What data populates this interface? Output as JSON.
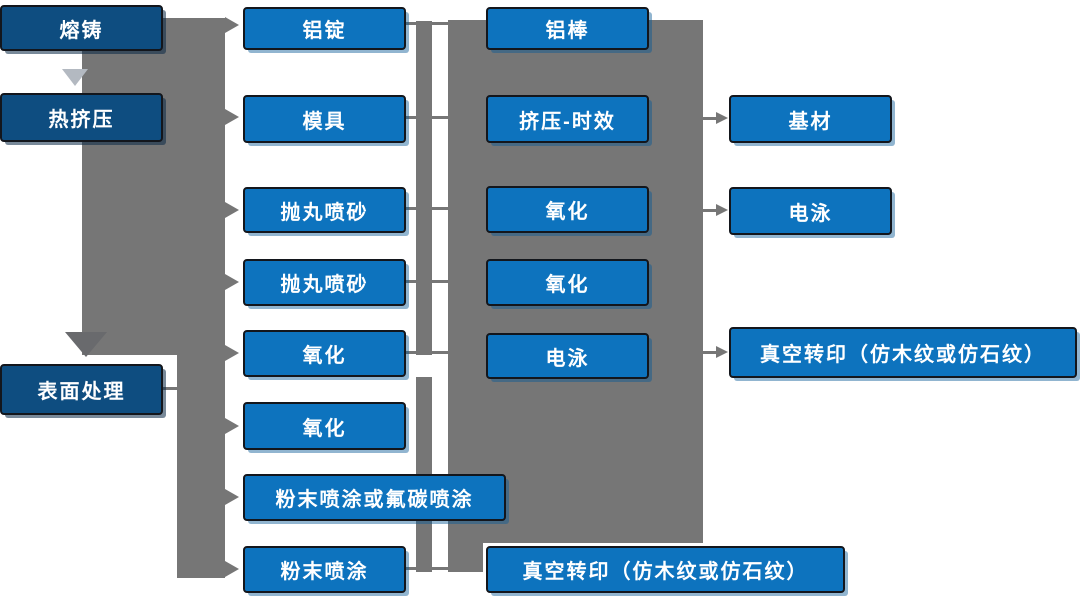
{
  "diagram_title": "aluminum-profile-process-flowchart",
  "columns": {
    "stage": {
      "items": [
        "熔铸",
        "热挤压",
        "表面处理"
      ]
    },
    "process_a": {
      "items": [
        "铝锭",
        "模具",
        "抛丸喷砂",
        "抛丸喷砂",
        "氧化",
        "氧化",
        "粉末喷涂或氟碳喷涂",
        "粉末喷涂"
      ]
    },
    "process_b": {
      "items": [
        "铝棒",
        "挤压-时效",
        "氧化",
        "氧化",
        "电泳",
        "真空转印（仿木纹或仿石纹）"
      ]
    },
    "output": {
      "items": [
        "基材",
        "电泳",
        "真空转印（仿木纹或仿石纹）"
      ]
    }
  },
  "colors": {
    "stage_box": "#0e4d80",
    "process_box": "#0d73be",
    "connector_gray": "#767676",
    "box_border": "#13161c",
    "text": "#ffffff"
  }
}
